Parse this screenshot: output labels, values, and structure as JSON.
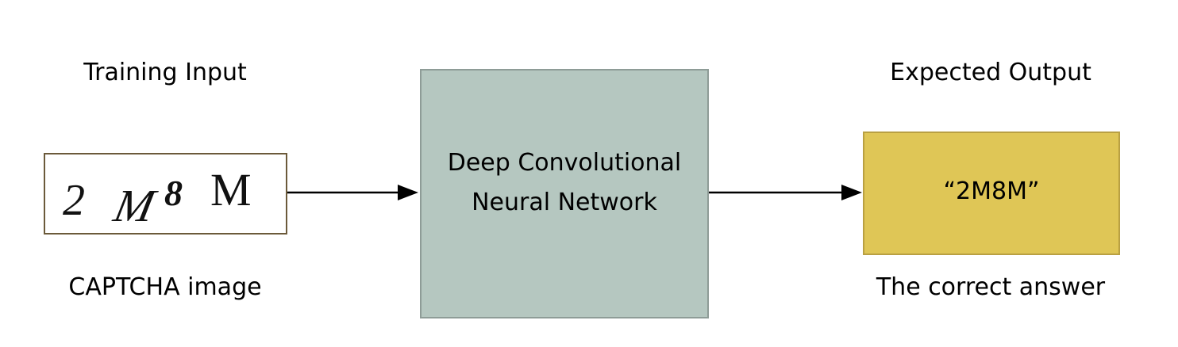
{
  "input": {
    "heading": "Training Input",
    "caption": "CAPTCHA image",
    "captcha_chars": [
      "2",
      "M",
      "8",
      "M"
    ]
  },
  "network": {
    "line1": "Deep Convolutional",
    "line2": "Neural Network"
  },
  "output": {
    "heading": "Expected Output",
    "value": "“2M8M”",
    "caption": "The correct answer"
  },
  "colors": {
    "network_fill": "#b5c7c0",
    "output_fill": "#dfc656",
    "captcha_border": "#6b5a3a"
  }
}
